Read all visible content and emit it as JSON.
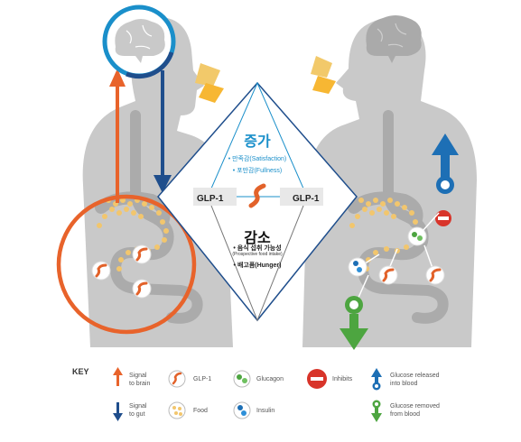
{
  "center": {
    "increase": {
      "title": "증가",
      "items": [
        "• 만족감(Satisfaction)",
        "• 포만감(Fullness)"
      ]
    },
    "decrease": {
      "title": "감소",
      "items": [
        "• 음식 섭취 가능성",
        "(Prospective food intake)",
        "• 배고픔(Hunger)"
      ]
    },
    "glp_left": "GLP-1",
    "glp_right": "GLP-1"
  },
  "key": {
    "title": "KEY",
    "entries": [
      {
        "icon": "signal-to-brain-arrow-icon",
        "label": [
          "Signal",
          "to brain"
        ]
      },
      {
        "icon": "glp1-icon",
        "label": [
          "GLP-1"
        ]
      },
      {
        "icon": "glucagon-icon",
        "label": [
          "Glucagon"
        ]
      },
      {
        "icon": "inhibits-icon",
        "label": [
          "Inhibits"
        ]
      },
      {
        "icon": "glucose-released-arrow-icon",
        "label": [
          "Glucose released",
          "into blood"
        ]
      },
      {
        "icon": "signal-to-gut-arrow-icon",
        "label": [
          "Signal",
          "to gut"
        ]
      },
      {
        "icon": "food-icon",
        "label": [
          "Food"
        ]
      },
      {
        "icon": "insulin-icon",
        "label": [
          "Insulin"
        ]
      },
      {
        "icon": "glucose-removed-arrow-icon",
        "label": [
          "Glucose removed",
          "from blood"
        ]
      }
    ]
  },
  "colors": {
    "silhouette": "#c9c9c9",
    "gut": "#a8a8a8",
    "signal_up": "#e8632b",
    "signal_down": "#1f4e8c",
    "glp1": "#e2622a",
    "food": "#f2c66d",
    "increase": "#1a8fca",
    "inhibit": "#d8342a",
    "release": "#1d6fb5",
    "remove": "#4da540"
  }
}
